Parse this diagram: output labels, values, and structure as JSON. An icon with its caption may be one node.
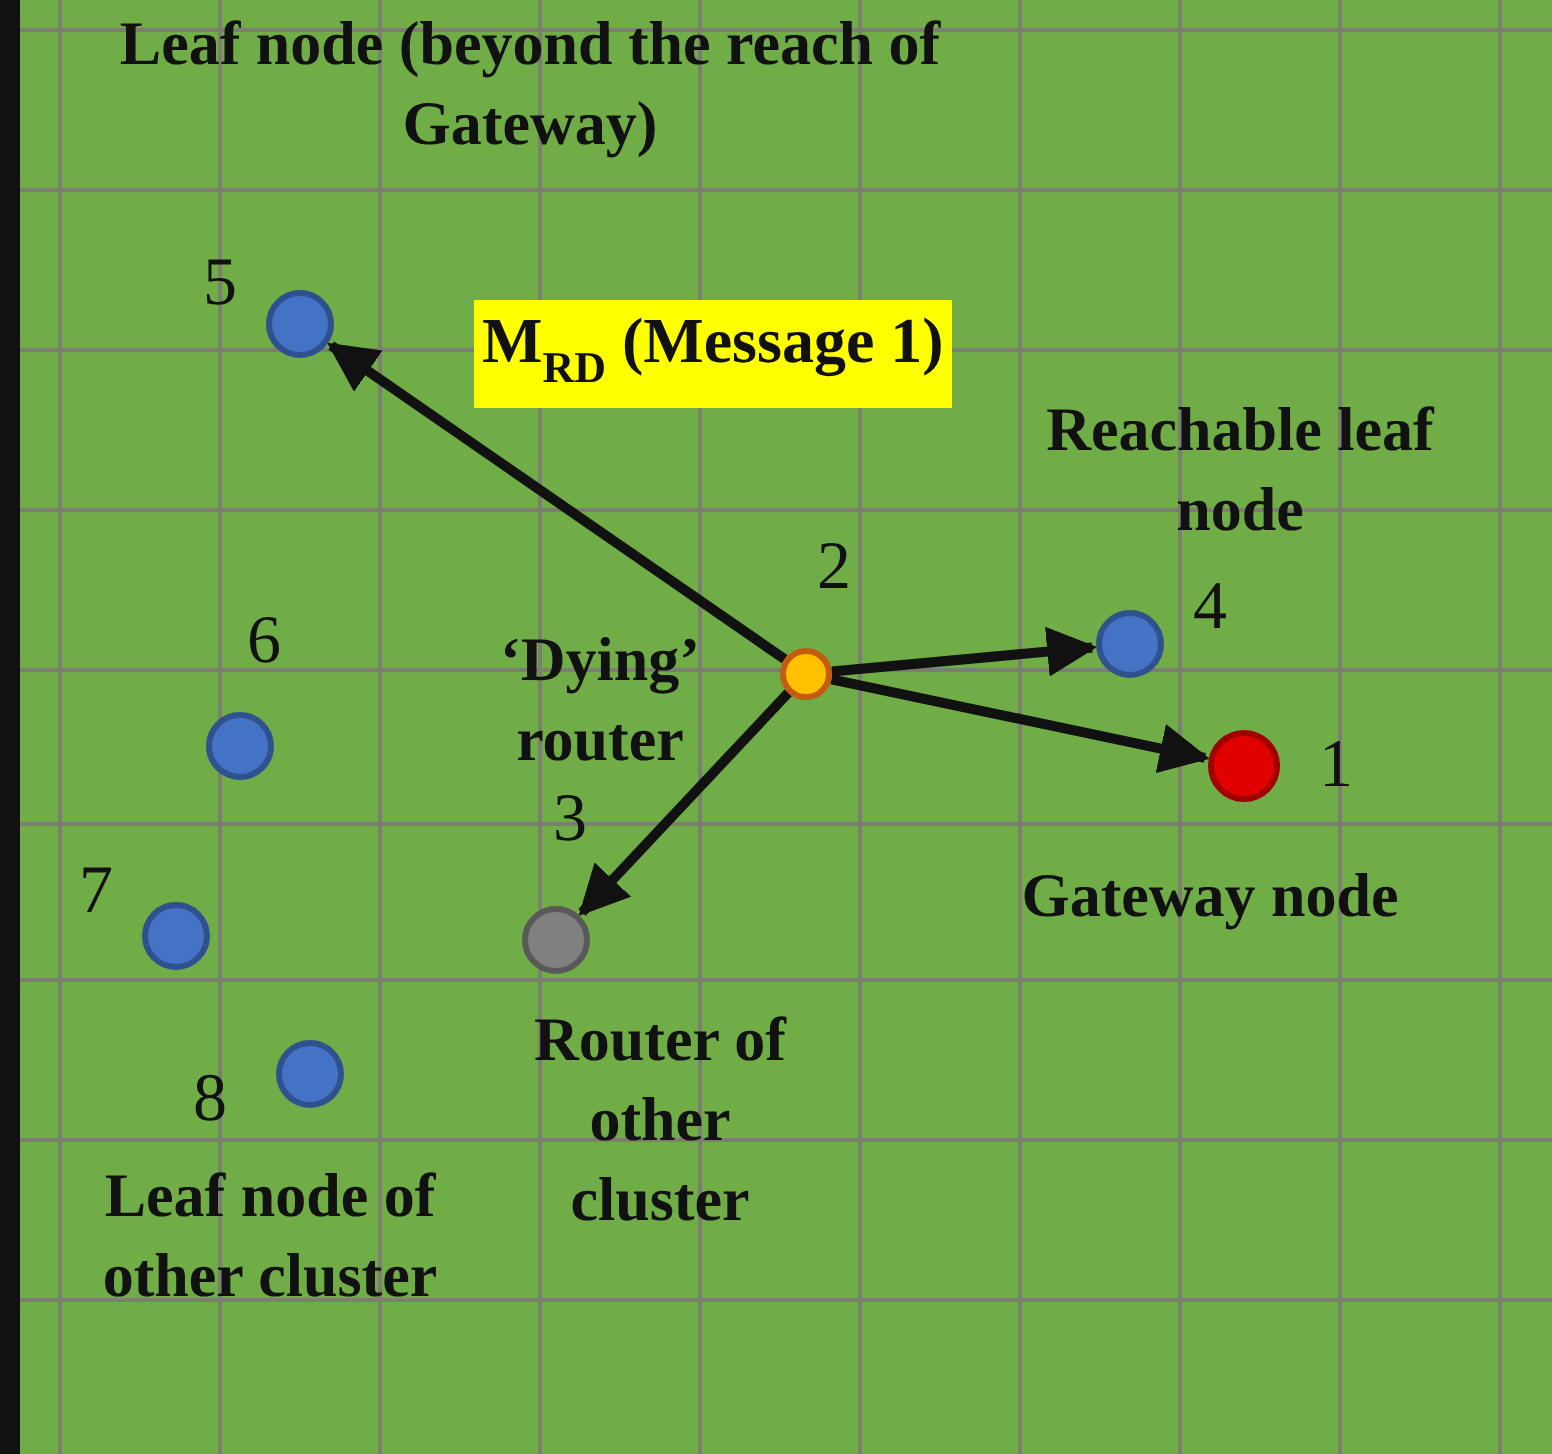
{
  "diagram": {
    "nodes": [
      {
        "text": [],
        "shape": "circle",
        "beside": [
          "5",
          "Leaf node (beyond the reach of Gateway)"
        ]
      },
      {
        "text": [],
        "shape": "circle",
        "beside": [
          "4",
          "Reachable leaf node"
        ]
      },
      {
        "text": [],
        "shape": "circle",
        "beside": [
          "2",
          "‘Dying’ router"
        ]
      },
      {
        "text": [],
        "shape": "circle",
        "beside": [
          "6"
        ]
      },
      {
        "text": [],
        "shape": "circle",
        "beside": [
          "1",
          "Gateway node"
        ]
      },
      {
        "text": [],
        "shape": "circle",
        "beside": [
          "7"
        ]
      },
      {
        "text": [],
        "shape": "circle",
        "beside": [
          "3",
          "Router of other cluster"
        ]
      },
      {
        "text": [],
        "shape": "circle",
        "beside": [
          "8",
          "Leaf node of other cluster"
        ]
      }
    ],
    "edges": [
      {
        "from": 2,
        "to": 0,
        "arrow": "to"
      },
      {
        "from": 2,
        "to": 1,
        "arrow": "to"
      },
      {
        "from": 2,
        "to": 4,
        "arrow": "to"
      },
      {
        "from": 2,
        "to": 6,
        "arrow": "to"
      }
    ],
    "labels": [
      "M$_{RD}$ (Message 1)"
    ]
  }
}
